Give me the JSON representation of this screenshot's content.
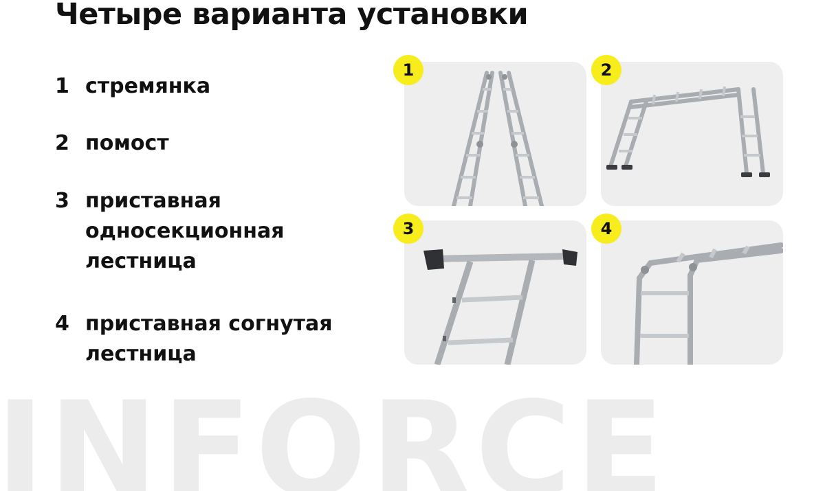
{
  "title": "Четыре варианта установки",
  "options": [
    {
      "number": "1",
      "lines": [
        "стремянка"
      ]
    },
    {
      "number": "2",
      "lines": [
        "помост"
      ]
    },
    {
      "number": "3",
      "lines": [
        "приставная",
        "односекционная",
        "лестница"
      ]
    },
    {
      "number": "4",
      "lines": [
        "приставная согнутая",
        "лестница"
      ]
    }
  ],
  "badges": [
    "1",
    "2",
    "3",
    "4"
  ],
  "watermark": "INFORCE",
  "colors": {
    "badge": "#f7ec1c",
    "card": "#eeeeee",
    "text": "#111111",
    "watermark": "#ececec"
  }
}
